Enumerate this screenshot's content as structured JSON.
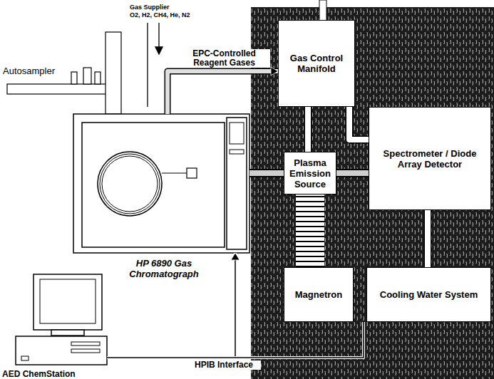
{
  "diagram": {
    "nodes": [
      {
        "text": [
          "HP 6890 Gas Chromatograph"
        ]
      },
      {
        "text": [
          "Gas Control Manifold"
        ]
      },
      {
        "text": [
          "Plasma Emission Source"
        ]
      },
      {
        "text": [
          "Spectrometer / Diode Array Detector"
        ]
      },
      {
        "text": [
          "Magnetron"
        ]
      },
      {
        "text": [
          "Cooling Water System"
        ]
      },
      {
        "text": [
          "AED ChemStation"
        ]
      }
    ],
    "edges": [
      {
        "from": 0,
        "to": 1,
        "label": "EPC-Controlled Reagent Gases",
        "arrow": "to"
      },
      {
        "from": 0,
        "to": 2,
        "arrow": "none"
      },
      {
        "from": 1,
        "to": 2,
        "arrow": "none"
      },
      {
        "from": 1,
        "to": 3,
        "arrow": "none"
      },
      {
        "from": 2,
        "to": 3,
        "arrow": "none"
      },
      {
        "from": 4,
        "to": 2,
        "arrow": "none"
      },
      {
        "from": 5,
        "to": 3,
        "arrow": "none"
      },
      {
        "from": 6,
        "to": 0,
        "arrow": "to"
      },
      {
        "from": 6,
        "to": 5,
        "label": "HPIB Interface",
        "arrow": "none"
      }
    ],
    "labels": [
      "Gas Supplier",
      "O2, H2, CH4, He, N2",
      "Autosampler"
    ]
  }
}
